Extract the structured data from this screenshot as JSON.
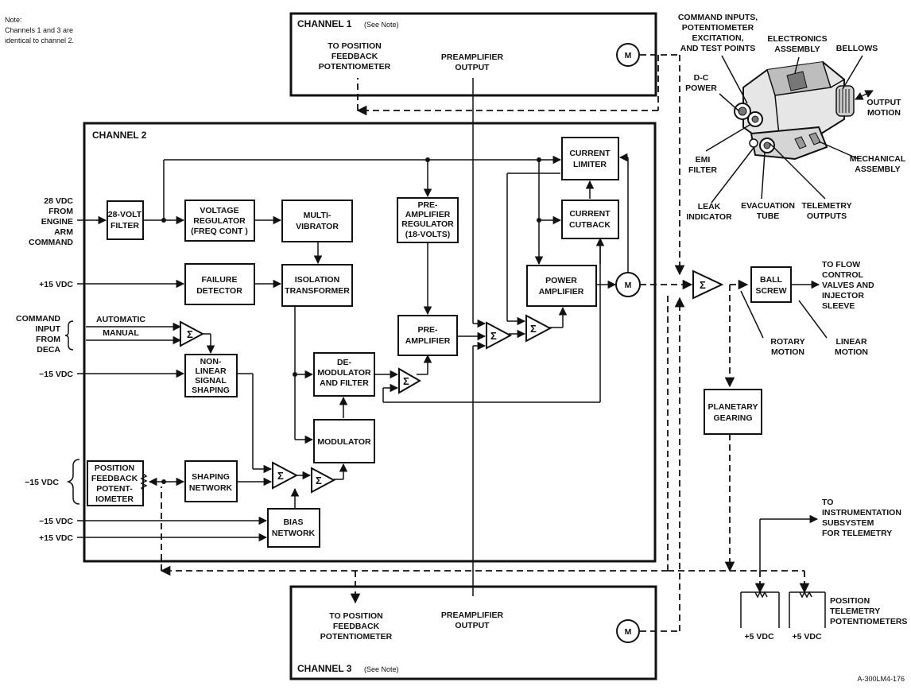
{
  "note": [
    "Note:",
    "Channels 1 and 3 are",
    "identical to channel 2."
  ],
  "figure_id": "A-300LM4-176",
  "channel1": {
    "title": "CHANNEL 1",
    "see_note": "(See Note)",
    "feedback": [
      "TO POSITION",
      "FEEDBACK",
      "POTENTIOMETER"
    ],
    "preamp_output": [
      "PREAMPLIFIER",
      "OUTPUT"
    ],
    "motor": "M"
  },
  "channel3": {
    "title": "CHANNEL 3",
    "see_note": "(See Note)",
    "feedback": [
      "TO POSITION",
      "FEEDBACK",
      "POTENTIOMETER"
    ],
    "preamp_output": [
      "PREAMPLIFIER",
      "OUTPUT"
    ],
    "motor": "M"
  },
  "channel2": {
    "title": "CHANNEL 2",
    "blocks": {
      "filter": [
        "28-VOLT",
        "FILTER"
      ],
      "voltage_regulator": [
        "VOLTAGE",
        "REGULATOR",
        "(FREQ CONT )"
      ],
      "multivibrator": [
        "MULTI-",
        "VIBRATOR"
      ],
      "failure_detector": [
        "FAILURE",
        "DETECTOR"
      ],
      "isolation_transformer": [
        "ISOLATION",
        "TRANSFORMER"
      ],
      "preamp_regulator": [
        "PRE-",
        "AMPLIFIER",
        "REGULATOR",
        "(18-VOLTS)"
      ],
      "preamplifier": [
        "PRE-",
        "AMPLIFIER"
      ],
      "current_limiter": [
        "CURRENT",
        "LIMITER"
      ],
      "current_cutback": [
        "CURRENT",
        "CUTBACK"
      ],
      "power_amplifier": [
        "POWER",
        "AMPLIFIER"
      ],
      "nonlinear_shaping": [
        "NON-",
        "LINEAR",
        "SIGNAL",
        "SHAPING"
      ],
      "demodulator": [
        "DE-",
        "MODULATOR",
        "AND FILTER"
      ],
      "modulator": [
        "MODULATOR"
      ],
      "shaping_network": [
        "SHAPING",
        "NETWORK"
      ],
      "bias_network": [
        "BIAS",
        "NETWORK"
      ],
      "position_feedback_pot": [
        "POSITION",
        "FEEDBACK",
        "POTENT-",
        "IOMETER"
      ]
    },
    "motor": "M"
  },
  "inputs": {
    "power": [
      "28 VDC",
      "FROM",
      "ENGINE",
      "ARM",
      "COMMAND"
    ],
    "plus15_a": "+15 VDC",
    "command": [
      "COMMAND",
      "INPUT",
      "FROM",
      "DECA"
    ],
    "automatic": "AUTOMATIC",
    "manual": "MANUAL",
    "minus15_a": "−15 VDC",
    "minus15_b": "−15 VDC",
    "minus15_c": "−15 VDC",
    "plus15_b": "+15 VDC"
  },
  "sigma": "Σ",
  "mechanical": {
    "ball_screw": [
      "BALL",
      "SCREW"
    ],
    "flow_control": [
      "TO FLOW",
      "CONTROL",
      "VALVES AND",
      "INJECTOR",
      "SLEEVE"
    ],
    "rotary_motion": [
      "ROTARY",
      "MOTION"
    ],
    "linear_motion": [
      "LINEAR",
      "MOTION"
    ],
    "planetary_gearing": [
      "PLANETARY",
      "GEARING"
    ],
    "instrumentation": [
      "TO",
      "INSTRUMENTATION",
      "SUBSYSTEM",
      "FOR TELEMETRY"
    ],
    "telemetry_pots": [
      "POSITION",
      "TELEMETRY",
      "POTENTIOMETERS"
    ],
    "plus5_a": "+5 VDC",
    "plus5_b": "+5 VDC"
  },
  "assembly": {
    "command_inputs": [
      "COMMAND INPUTS,",
      "POTENTIOMETER",
      "EXCITATION,",
      "AND TEST POINTS"
    ],
    "electronics": [
      "ELECTRONICS",
      "ASSEMBLY"
    ],
    "bellows": "BELLOWS",
    "dc_power": [
      "D-C",
      "POWER"
    ],
    "output_motion": [
      "OUTPUT",
      "MOTION"
    ],
    "emi_filter": [
      "EMI",
      "FILTER"
    ],
    "mechanical_assembly": [
      "MECHANICAL",
      "ASSEMBLY"
    ],
    "leak_indicator": [
      "LEAK",
      "INDICATOR"
    ],
    "evacuation_tube": [
      "EVACUATION",
      "TUBE"
    ],
    "telemetry_outputs": [
      "TELEMETRY",
      "OUTPUTS"
    ]
  }
}
